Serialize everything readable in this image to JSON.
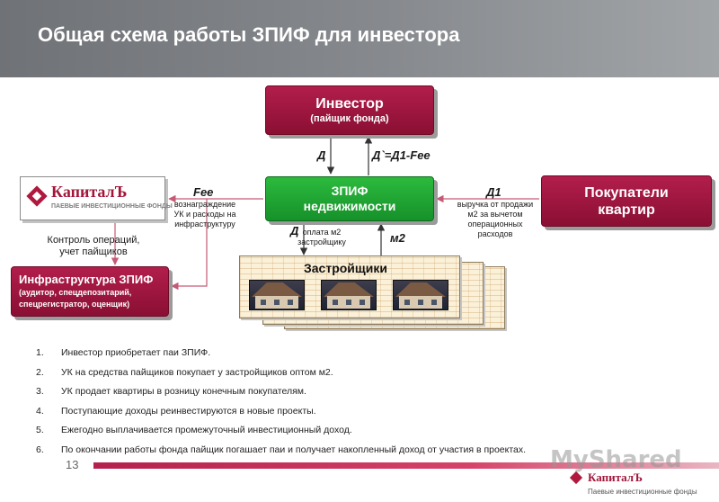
{
  "header": {
    "title": "Общая схема работы ЗПИФ для инвестора"
  },
  "nodes": {
    "investor": {
      "title": "Инвестор",
      "subtitle": "(пайщик фонда)"
    },
    "zpif": {
      "line1": "ЗПИФ",
      "line2": "недвижимости"
    },
    "buyers": {
      "line1": "Покупатели",
      "line2": "квартир"
    },
    "infrastructure": {
      "title": "Инфраструктура ЗПИФ",
      "line1": "(аудитор, спецдепозитарий,",
      "line2": "спецрегистратор, оценщик)"
    },
    "developers": {
      "title": "Застройщики"
    },
    "logo": {
      "name": "КапиталЪ",
      "sub": "ПАЕВЫЕ ИНВЕСТИЦИОННЫЕ ФОНДЫ"
    }
  },
  "edges": {
    "d_label": "Д",
    "d_prime_label": "Д`=Д1-Fee",
    "d1_label": "Д1",
    "d1_note": [
      "выручка от продажи",
      "м2 за вычетом",
      "операционных",
      "расходов"
    ],
    "fee_label": "Fee",
    "fee_note": [
      "вознаграждение",
      "УК и расходы на",
      "инфраструктуру"
    ],
    "control_note": [
      "Контроль операций,",
      "учет пайщиков"
    ],
    "payment_label": "Д",
    "payment_note": [
      "оплата м2",
      "застройщику"
    ],
    "m2_label": "м2"
  },
  "steps": [
    {
      "num": "1.",
      "text": "Инвестор приобретает паи ЗПИФ."
    },
    {
      "num": "2.",
      "text": "УК на средства пайщиков покупает у застройщиков оптом м2."
    },
    {
      "num": "3.",
      "text": "УК продает квартиры в розницу конечным покупателям."
    },
    {
      "num": "4.",
      "text": "Поступающие доходы реинвестируются в новые проекты."
    },
    {
      "num": "5.",
      "text": "Ежегодно выплачивается промежуточный инвестиционный доход."
    },
    {
      "num": "6.",
      "text": "По окончании работы фонда пайщик погашает паи и получает накопленный доход от участия в проектах."
    }
  ],
  "footer": {
    "page_number": "13",
    "brand": "КапиталЪ",
    "brand_sub": "Паевые инвестиционные фонды",
    "watermark": "MyShared"
  },
  "colors": {
    "crimson": "#9b1239",
    "green": "#1f9e31",
    "header_gray": "#7e8185"
  }
}
